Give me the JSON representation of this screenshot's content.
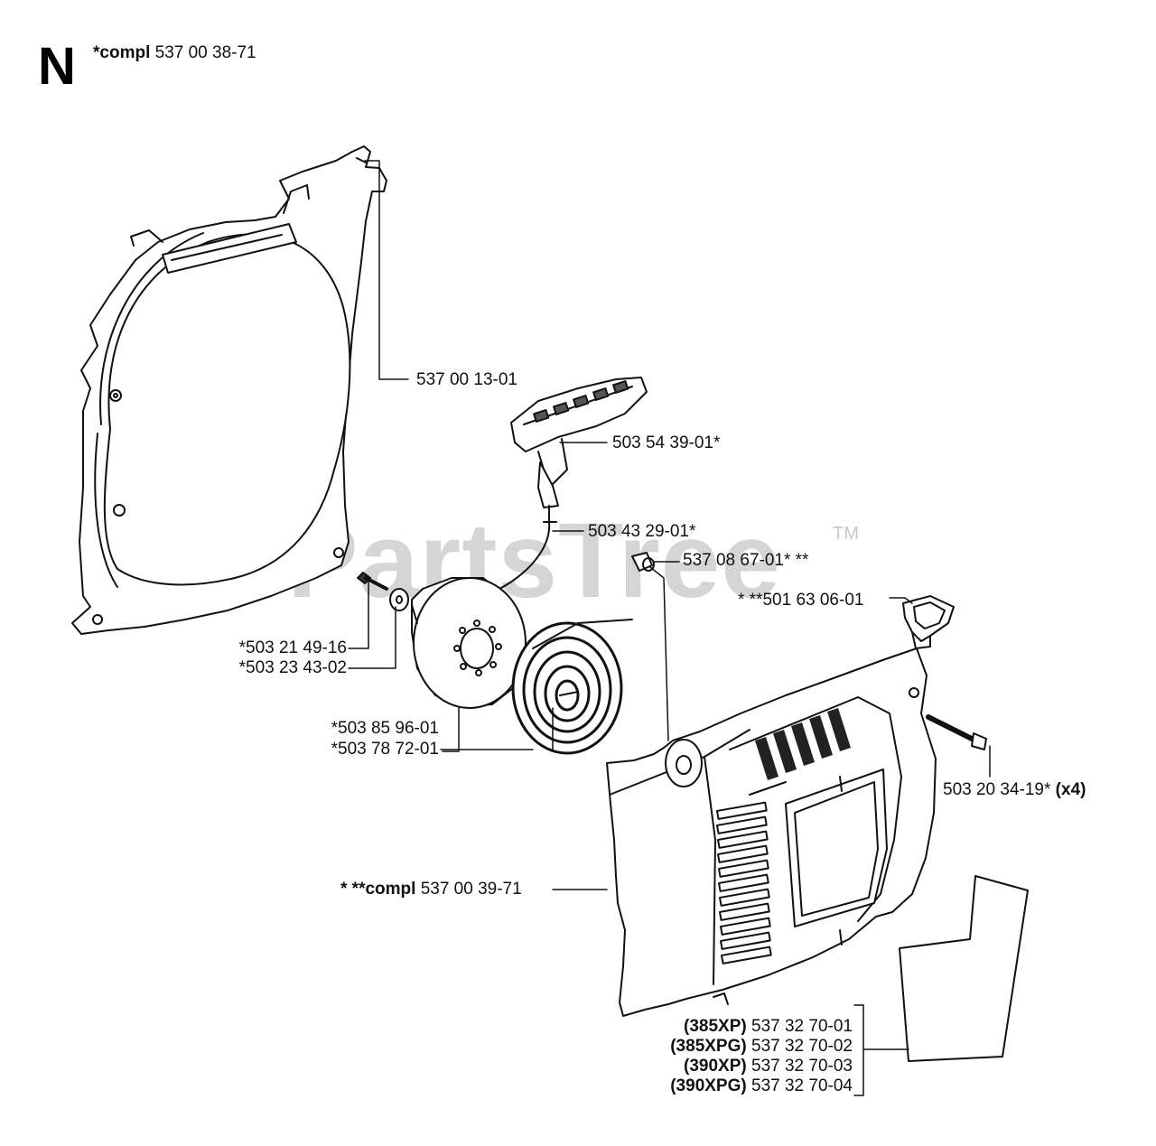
{
  "header": {
    "section_letter": "N",
    "title_prefix": "*compl",
    "title_part": "537 00 38-71"
  },
  "watermark": {
    "text": "PartsTree",
    "tm": "TM"
  },
  "labels": {
    "fan_housing": "537 00 13-01",
    "starter_handle": "503 54 39-01*",
    "starter_rope": "503 43 29-01*",
    "bushing": "537 08 67-01* **",
    "grommet": "* **501 63 06-01",
    "screw_small": "*503 21 49-16",
    "washer": "*503 23 43-02",
    "pulley": "*503 85 96-01",
    "recoil_spring": "*503 78 72-01",
    "cover_screw": "503 20 34-19*",
    "cover_screw_qty": "(x4)",
    "starter_cover_prefix": "* **compl",
    "starter_cover": "537 00 39-71"
  },
  "decal_variants": [
    {
      "model": "(385XP)",
      "part": "537 32 70-01"
    },
    {
      "model": "(385XPG)",
      "part": "537 32 70-02"
    },
    {
      "model": "(390XP)",
      "part": "537 32 70-03"
    },
    {
      "model": "(390XPG)",
      "part": "537 32 70-04"
    }
  ]
}
